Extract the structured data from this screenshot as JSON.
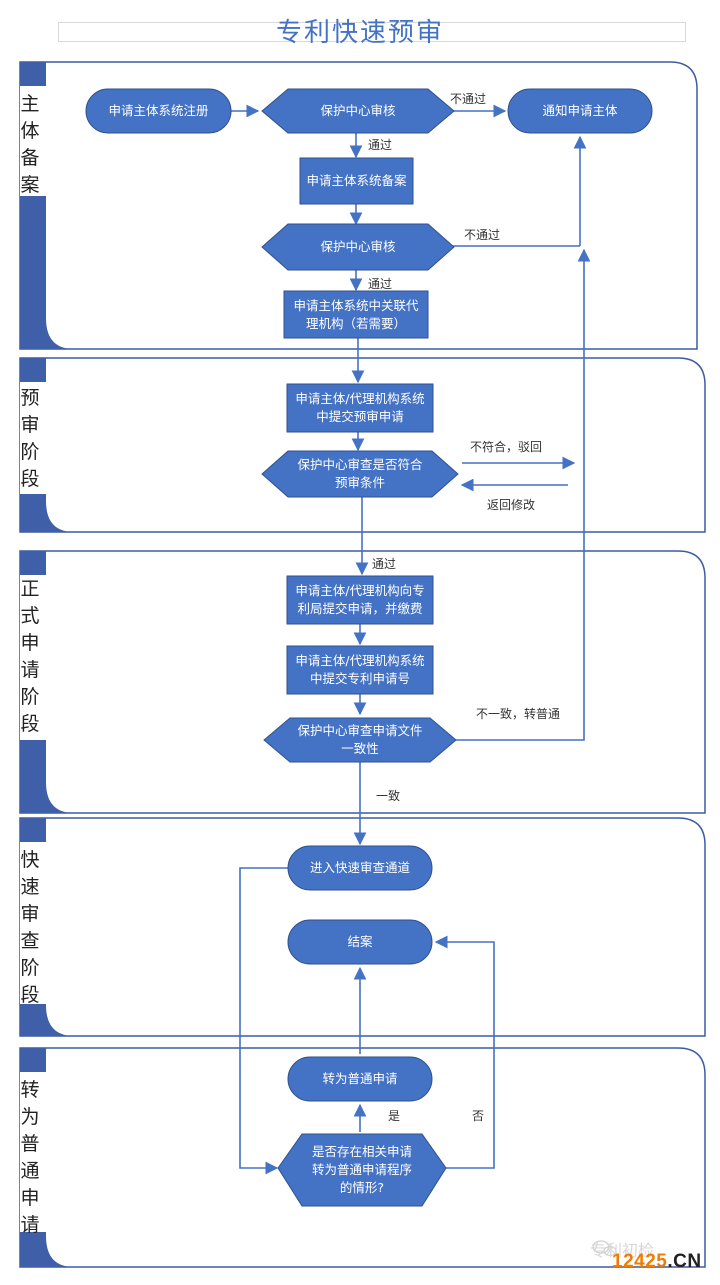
{
  "title": "专利快速预审",
  "colors": {
    "node_fill": "#4472C4",
    "node_stroke": "#2F528F",
    "lane_bar": "#3F5FA8",
    "lane_border": "#3B5BA5",
    "edge": "#4472C4"
  },
  "lanes": [
    {
      "label": "主体备案"
    },
    {
      "label": "预审阶段"
    },
    {
      "label": "正式申请阶段"
    },
    {
      "label": "快速审查阶段"
    },
    {
      "label": "转为普通申请"
    }
  ],
  "nodes": {
    "register": "申请主体系统注册",
    "review1": "保护中心审核",
    "notify": "通知申请主体",
    "filing": "申请主体系统备案",
    "review2": "保护中心审核",
    "link_agency": "申请主体系统中关联代理机构（若需要）",
    "submit_pre": "申请主体/代理机构系统中提交预审申请",
    "check_pre": "保护中心审查是否符合预审条件",
    "submit_formal": "申请主体/代理机构向专利局提交申请，并缴费",
    "submit_number": "申请主体/代理机构系统中提交专利申请号",
    "check_consistency": "保护中心审查申请文件一致性",
    "fast_channel": "进入快速审查通道",
    "close": "结案",
    "to_normal": "转为普通申请",
    "decision": "是否存在相关申请转为普通申请程序的情形?"
  },
  "edge_labels": {
    "fail1": "不通过",
    "pass1": "通过",
    "fail2": "不通过",
    "pass2": "通过",
    "reject": "不符合，驳回",
    "revise": "返回修改",
    "pass3": "通过",
    "inconsistent": "不一致，转普通",
    "consistent": "一致",
    "yes": "是",
    "no": "否"
  },
  "watermark": "专利初检",
  "site_logo": {
    "number": "12425",
    "domain": ".CN"
  }
}
